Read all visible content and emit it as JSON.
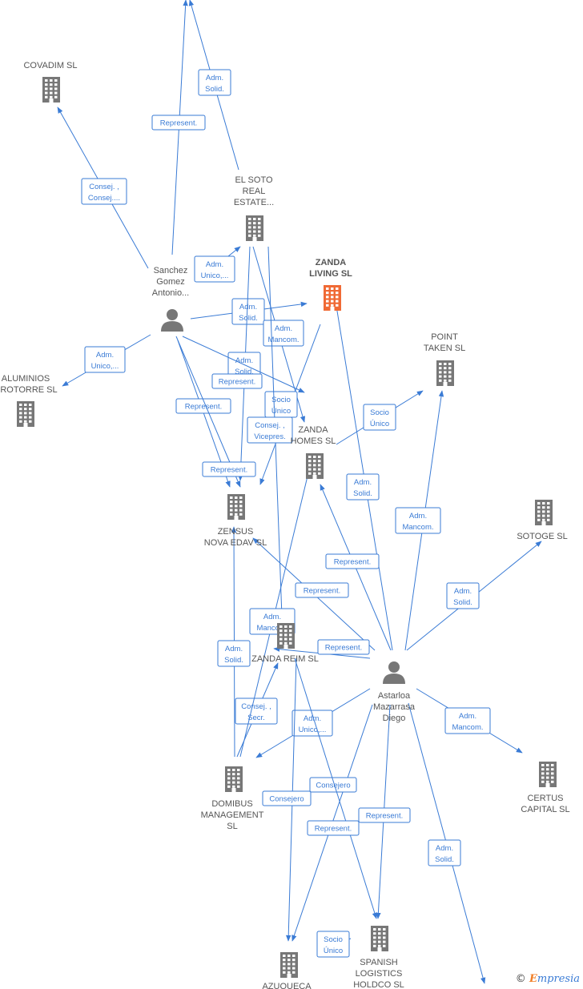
{
  "colors": {
    "edge": "#3a7bd5",
    "node": "#777777",
    "focus": "#f06a35",
    "label": "#555555"
  },
  "nodes": [
    {
      "id": "covadim",
      "kind": "company",
      "label": [
        "COVADIM SL"
      ]
    },
    {
      "id": "elsoto",
      "kind": "company",
      "label": [
        "EL SOTO",
        "REAL",
        "ESTATE..."
      ]
    },
    {
      "id": "zandaliving",
      "kind": "company",
      "focus": true,
      "label": [
        "ZANDA",
        "LIVING  SL"
      ]
    },
    {
      "id": "sanchez",
      "kind": "person",
      "label": [
        "Sanchez",
        "Gomez",
        "Antonio..."
      ]
    },
    {
      "id": "aluminios",
      "kind": "company",
      "label": [
        "ALUMINIOS",
        "UROTORRE SL"
      ]
    },
    {
      "id": "pointtaken",
      "kind": "company",
      "label": [
        "POINT",
        "TAKEN  SL"
      ]
    },
    {
      "id": "zandahomes",
      "kind": "company",
      "label": [
        "ZANDA",
        "HOMES  SL"
      ]
    },
    {
      "id": "zensus",
      "kind": "company",
      "label": [
        "ZENSUS",
        "NOVA EDAV  SL"
      ]
    },
    {
      "id": "sotoge",
      "kind": "company",
      "label": [
        "SOTOGE SL"
      ]
    },
    {
      "id": "zandareim",
      "kind": "company",
      "label": [
        "ZANDA REIM  SL"
      ]
    },
    {
      "id": "astarloa",
      "kind": "person",
      "label": [
        "Astarloa",
        "Mazarrasa",
        "Diego"
      ]
    },
    {
      "id": "certus",
      "kind": "company",
      "label": [
        "CERTUS",
        "CAPITAL SL"
      ]
    },
    {
      "id": "domibus",
      "kind": "company",
      "label": [
        "DOMIBUS",
        "MANAGEMENT",
        "SL"
      ]
    },
    {
      "id": "spanish",
      "kind": "company",
      "label": [
        "SPANISH",
        "LOGISTICS",
        "HOLDCO  SL"
      ]
    },
    {
      "id": "azuqueca",
      "kind": "company",
      "label": [
        "AZUQUECA"
      ]
    },
    {
      "id": "offtop",
      "kind": "hidden",
      "label": []
    },
    {
      "id": "offbottom",
      "kind": "hidden",
      "label": []
    }
  ],
  "edges": [
    {
      "label": [
        "Represent."
      ]
    },
    {
      "label": [
        "Adm.",
        "Solid."
      ]
    },
    {
      "label": [
        "Consej. ,",
        "Consej...."
      ]
    },
    {
      "label": [
        "Adm.",
        "Unico,..."
      ]
    },
    {
      "label": [
        "Adm.",
        "Solid."
      ]
    },
    {
      "label": [
        "Adm.",
        "Unico,..."
      ]
    },
    {
      "label": [
        "Adm.",
        "Mancom."
      ]
    },
    {
      "label": [
        "Adm.",
        "Solid."
      ]
    },
    {
      "label": [
        "Represent."
      ]
    },
    {
      "label": [
        "Represent."
      ]
    },
    {
      "label": [
        "Represent."
      ]
    },
    {
      "label": [
        "Socio",
        "Único"
      ]
    },
    {
      "label": [
        "Consej. ,",
        "Vicepres."
      ]
    },
    {
      "label": [
        "Socio",
        "Único"
      ]
    },
    {
      "label": [
        "Adm.",
        "Solid."
      ]
    },
    {
      "label": [
        "Adm.",
        "Mancom."
      ]
    },
    {
      "label": [
        "Represent."
      ]
    },
    {
      "label": [
        "Represent."
      ]
    },
    {
      "label": [
        "Adm.",
        "Solid."
      ]
    },
    {
      "label": [
        "Adm.",
        "Mancom."
      ]
    },
    {
      "label": [
        "Represent."
      ]
    },
    {
      "label": [
        "Adm.",
        "Solid."
      ]
    },
    {
      "label": [
        "Consej. ,",
        "Secr."
      ]
    },
    {
      "label": [
        "Adm.",
        "Unico,..."
      ]
    },
    {
      "label": [
        "Adm.",
        "Mancom."
      ]
    },
    {
      "label": [
        "Consejero"
      ]
    },
    {
      "label": [
        "Consejero"
      ]
    },
    {
      "label": [
        "Represent."
      ]
    },
    {
      "label": [
        "Represent."
      ]
    },
    {
      "label": [
        "Adm.",
        "Solid."
      ]
    },
    {
      "label": [
        "Socio",
        "Único"
      ]
    }
  ],
  "footer": {
    "copyright": "©",
    "brand_initial": "E",
    "brand_rest": "mpresia"
  }
}
